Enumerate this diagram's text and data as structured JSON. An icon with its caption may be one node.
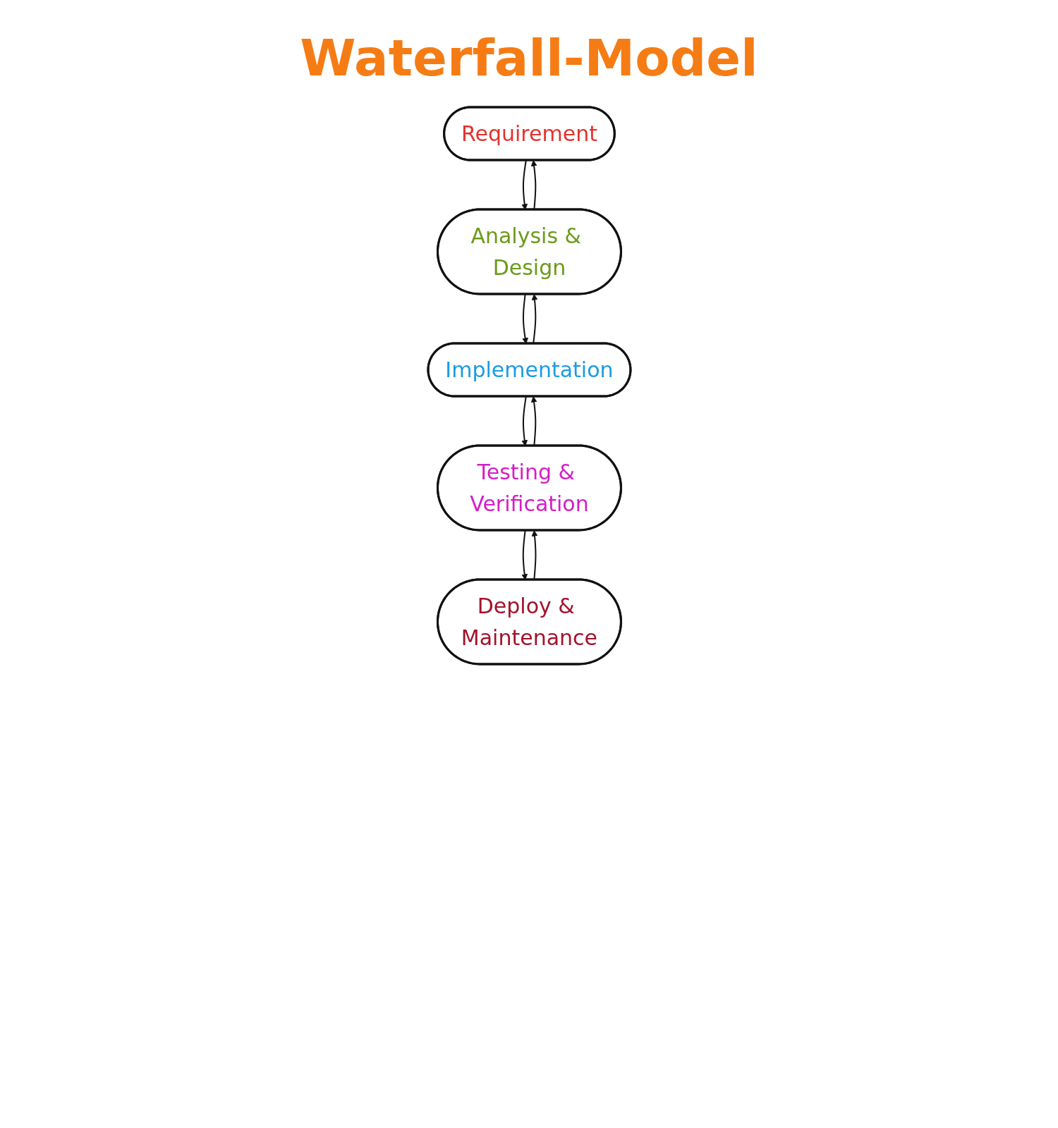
{
  "diagram": {
    "title": "Waterfall-Model",
    "nodes": [
      {
        "text": [
          "Requirement"
        ]
      },
      {
        "text": [
          "Analysis & Design"
        ]
      },
      {
        "text": [
          "Implementation"
        ]
      },
      {
        "text": [
          "Testing & Verification"
        ]
      },
      {
        "text": [
          "Deploy & Maintenance"
        ]
      }
    ],
    "edges": [
      {
        "from": 0,
        "to": 1,
        "arrow": "to"
      },
      {
        "from": 1,
        "to": 2,
        "arrow": "to"
      },
      {
        "from": 2,
        "to": 3,
        "arrow": "to"
      },
      {
        "from": 3,
        "to": 4,
        "arrow": "to"
      },
      {
        "from": 1,
        "to": 0,
        "arrow": "to"
      },
      {
        "from": 2,
        "to": 1,
        "arrow": "to"
      },
      {
        "from": 3,
        "to": 2,
        "arrow": "to"
      },
      {
        "from": 4,
        "to": 3,
        "arrow": "to"
      }
    ]
  }
}
